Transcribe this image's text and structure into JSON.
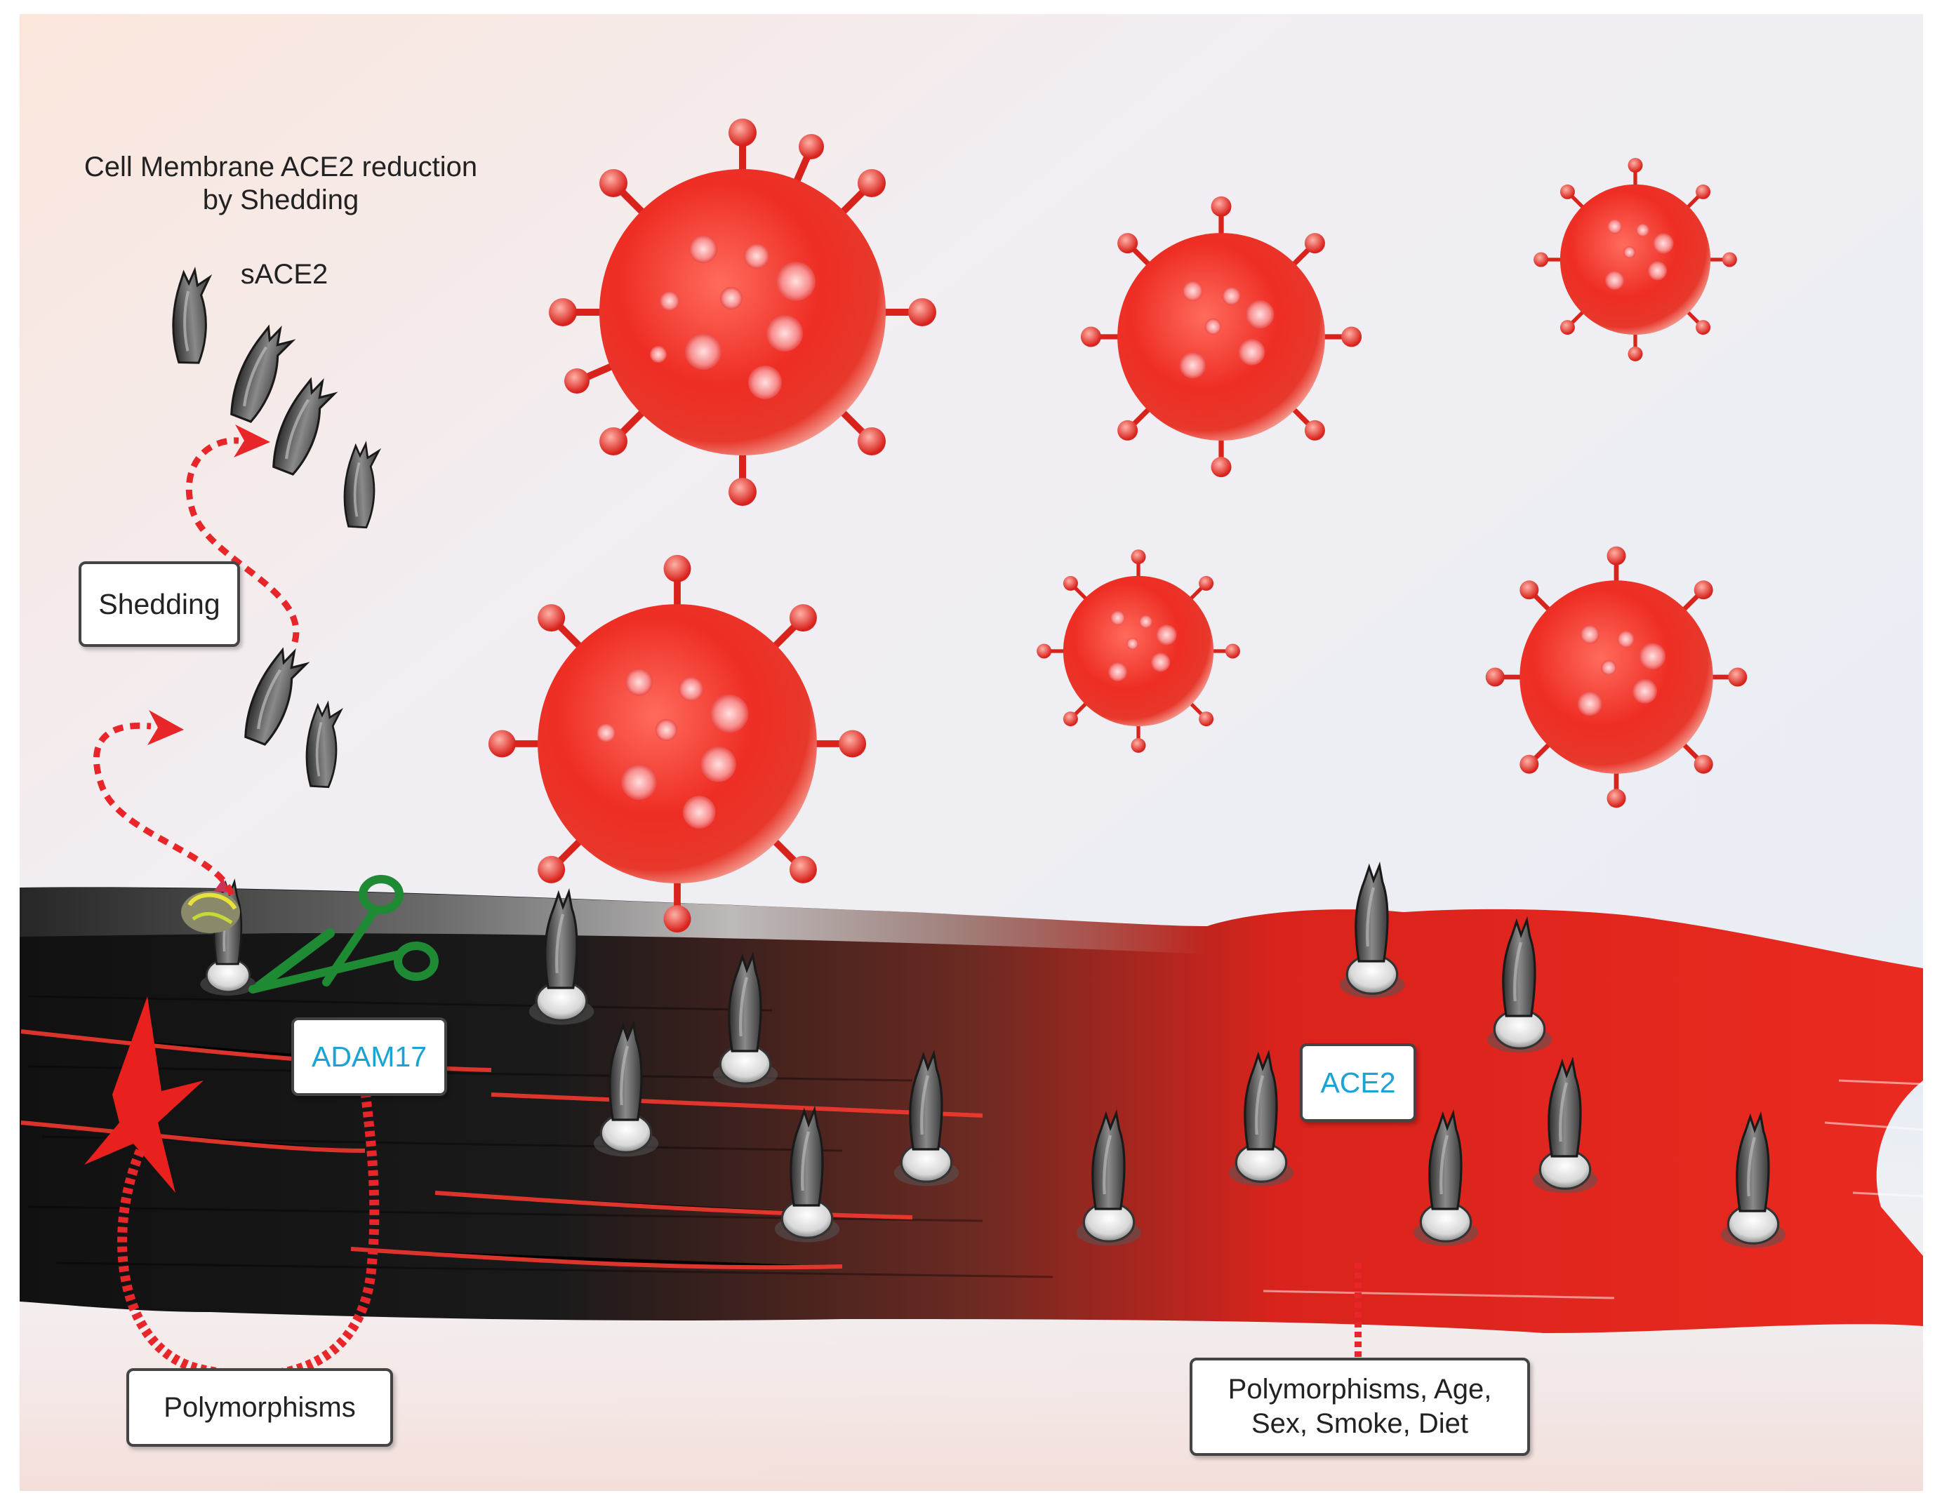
{
  "title": {
    "line1": "Cell Membrane ACE2 reduction",
    "line2": "by Shedding"
  },
  "labels": {
    "sace2": "sACE2",
    "shedding": "Shedding",
    "adam17": "ADAM17",
    "ace2": "ACE2",
    "polymorphisms_left": "Polymorphisms",
    "factors_line1": "Polymorphisms, Age,",
    "factors_line2": "Sex, Smoke, Diet"
  },
  "colors": {
    "virus_red": "#e8262a",
    "membrane_red": "#e8211e",
    "membrane_black": "#141414",
    "scissors_green": "#1e8a33",
    "arrow_red": "#e8262a",
    "label_cyan": "#1aa3d4"
  }
}
